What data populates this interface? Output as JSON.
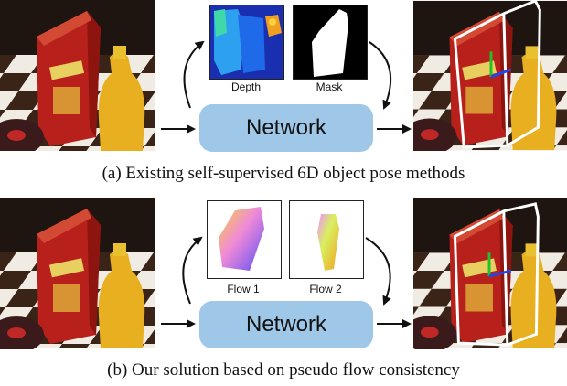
{
  "panel_a": {
    "network_label": "Network",
    "input1_label": "Depth",
    "input2_label": "Mask",
    "caption": "(a) Existing self-supervised 6D object pose methods"
  },
  "panel_b": {
    "network_label": "Network",
    "input1_label": "Flow 1",
    "input2_label": "Flow 2",
    "caption": "(b) Our solution based on pseudo flow consistency"
  },
  "colors": {
    "network_box": "#9fc8e8",
    "box_outline": "#ffffff",
    "axis_green": "#22c02a",
    "axis_blue": "#2244ee",
    "cracker_box": "#b8201c",
    "mustard": "#e8b020"
  }
}
